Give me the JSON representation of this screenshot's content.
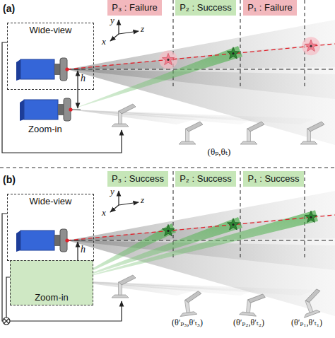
{
  "diagram": {
    "nodes": [
      {
        "text": [
          "P₃ : Failure"
        ]
      },
      {
        "text": [
          "P₂ : Success"
        ]
      },
      {
        "text": [
          "P₁ : Failure"
        ]
      },
      {
        "text": [
          "Wide-view"
        ]
      },
      {
        "text": [
          "P₃ : Success"
        ]
      },
      {
        "text": [
          "P₂ : Success"
        ]
      },
      {
        "text": [
          "P₁ : Success"
        ]
      },
      {
        "text": [
          "Wide-view"
        ]
      },
      {
        "text": [
          "Zoom-in"
        ]
      }
    ],
    "labels": [
      "(a)",
      "y",
      "z",
      "x",
      "Zoom-in",
      "h",
      "(θₚ,θₜ)",
      "(b)",
      "y",
      "z",
      "x",
      "h",
      "(θ′ₚ₃,θ′ₜ₃)",
      "(θ′ₚ₂,θ′ₜ₂)",
      "(θ′ₚ₁,θ′ₜ₁)"
    ]
  }
}
